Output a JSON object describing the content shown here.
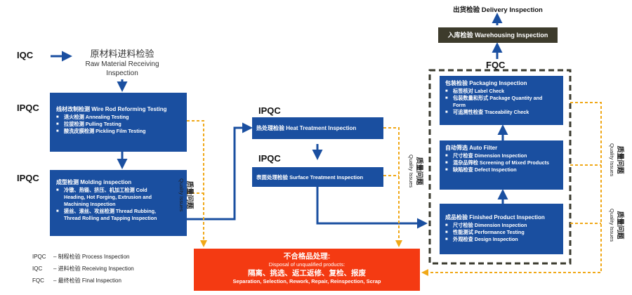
{
  "stages": {
    "iqc": "IQC",
    "ipqc": "IPQC",
    "fqc": "FQC"
  },
  "raw_material": {
    "zh": "原材料进料检验",
    "en": "Raw Material Receiving Inspection"
  },
  "wire_rod": {
    "title": "线材改制检测 Wire Rod Reforming Testing",
    "items": [
      "退火检测 Annealing Testing",
      "拉拔检测 Pulling Testing",
      "酸洗皮膜检测 Pickling Film Testing"
    ]
  },
  "molding": {
    "title": "成型检测 Molding inspection",
    "items": [
      "冷镦、热锻、挤压、机加工检测 Cold Heading, Hot Forging, Extrusion and Machining Inspection",
      "搓丝、滚丝、攻丝检测 Thread Rubbing, Thread Rolling and Tapping Inspection"
    ]
  },
  "heat_treatment": "热处理检验 Heat Treatment Inspection",
  "surface_treatment": "表面处理检验 Surface Treatment Inspection",
  "finished_product": {
    "title": "成品检验 Finished Product Inspection",
    "items": [
      "尺寸检验 Dimension Inspection",
      "性能测试 Performance Testing",
      "外观检查 Design Inspection"
    ]
  },
  "auto_filter": {
    "title": "自动筛选 Auto Filter",
    "items": [
      "尺寸检查 Dimension Inspection",
      "混杂品筛检 Screening of Mixed Products",
      "缺陷检查 Defect Inspection"
    ]
  },
  "packaging": {
    "title": "包装检验 Packaging Inspection",
    "items": [
      "标签核对 Label Check",
      "包装数量和形式 Package Quantity and Form",
      "可追溯性检查 Traceability Check"
    ]
  },
  "warehousing": "入库检验 Warehousing Inspection",
  "delivery": "出货检验 Delivery Inspection",
  "disposal": {
    "zh_title": "不合格品处理:",
    "en_title": "Disposal of unqualified products:",
    "zh_actions": "隔离、挑选、返工返修、复检、报废",
    "en_actions": "Separation, Selection, Rework, Repair, Reinspection, Scrap"
  },
  "quality_issues": {
    "zh": "质量问题",
    "en": "Quality Issues"
  },
  "legend": [
    {
      "code": "IPQC",
      "text": "– 制程检验 Process Inspection"
    },
    {
      "code": "IQC",
      "text": "– 进料检验 Receiving Inspection"
    },
    {
      "code": "FQC",
      "text": "– 最终检验 Final Inspection"
    }
  ],
  "colors": {
    "box": "#1a4fa0",
    "arrow": "#1a4fa0",
    "dashed": "#f0a818",
    "disposal": "#f43a12",
    "frame": "#3a3a2e",
    "warehouse": "#3d3b2c"
  }
}
